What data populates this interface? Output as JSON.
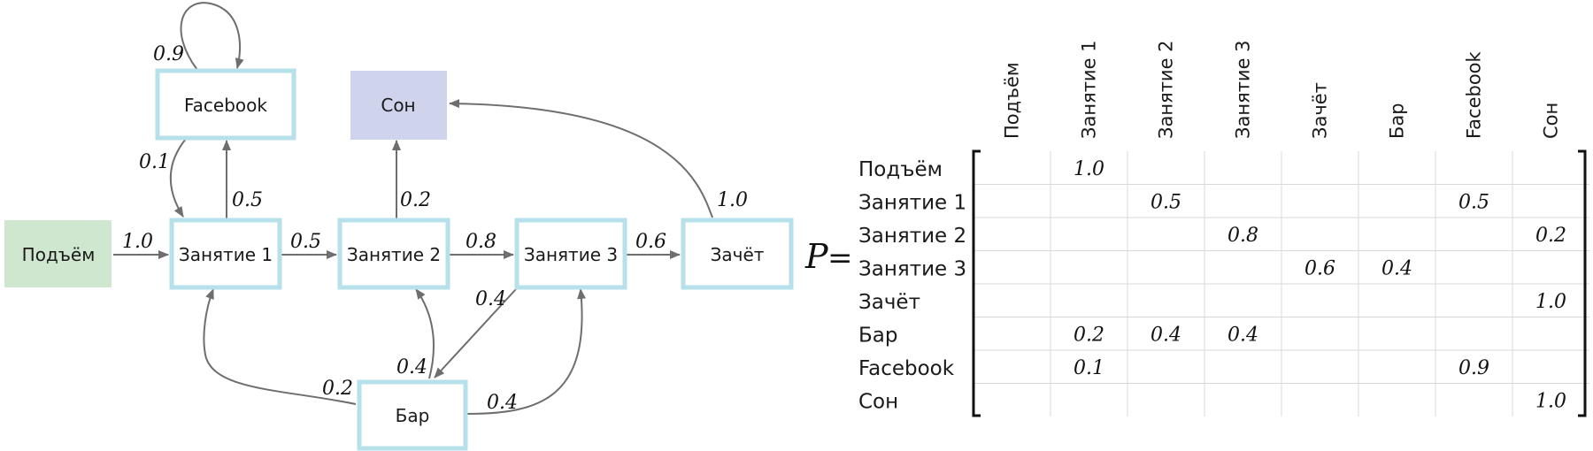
{
  "colors": {
    "state_border": "#b7e1ea",
    "start_fill": "#cfe6cf",
    "terminal_fill": "#cfd4ec",
    "edge": "#6e6e6e"
  },
  "diagram": {
    "states": {
      "podem": "Подъём",
      "z1": "Занятие 1",
      "z2": "Занятие 2",
      "z3": "Занятие 3",
      "zachet": "Зачёт",
      "bar": "Бар",
      "facebook": "Facebook",
      "son": "Сон"
    },
    "transitions": [
      {
        "from": "Facebook",
        "to": "Facebook",
        "p": "0.9"
      },
      {
        "from": "Facebook",
        "to": "Занятие 1",
        "p": "0.1"
      },
      {
        "from": "Занятие 1",
        "to": "Facebook",
        "p": "0.5"
      },
      {
        "from": "Занятие 2",
        "to": "Сон",
        "p": "0.2"
      },
      {
        "from": "Зачёт",
        "to": "Сон",
        "p": "1.0"
      },
      {
        "from": "Подъём",
        "to": "Занятие 1",
        "p": "1.0"
      },
      {
        "from": "Занятие 1",
        "to": "Занятие 2",
        "p": "0.5"
      },
      {
        "from": "Занятие 2",
        "to": "Занятие 3",
        "p": "0.8"
      },
      {
        "from": "Занятие 3",
        "to": "Зачёт",
        "p": "0.6"
      },
      {
        "from": "Занятие 3",
        "to": "Бар",
        "p": "0.4"
      },
      {
        "from": "Бар",
        "to": "Занятие 2",
        "p": "0.4"
      },
      {
        "from": "Бар",
        "to": "Занятие 1",
        "p": "0.2"
      },
      {
        "from": "Бар",
        "to": "Занятие 3",
        "p": "0.4"
      }
    ]
  },
  "matrix": {
    "symbol": "P",
    "equals": "=",
    "columns": [
      "Подъём",
      "Занятие 1",
      "Занятие 2",
      "Занятие 3",
      "Зачёт",
      "Бар",
      "Facebook",
      "Сон"
    ],
    "rows": [
      "Подъём",
      "Занятие 1",
      "Занятие 2",
      "Занятие 3",
      "Зачёт",
      "Бар",
      "Facebook",
      "Сон"
    ],
    "values": [
      [
        "",
        "1.0",
        "",
        "",
        "",
        "",
        "",
        ""
      ],
      [
        "",
        "",
        "0.5",
        "",
        "",
        "",
        "0.5",
        ""
      ],
      [
        "",
        "",
        "",
        "0.8",
        "",
        "",
        "",
        "0.2"
      ],
      [
        "",
        "",
        "",
        "",
        "0.6",
        "0.4",
        "",
        ""
      ],
      [
        "",
        "",
        "",
        "",
        "",
        "",
        "",
        "1.0"
      ],
      [
        "",
        "0.2",
        "0.4",
        "0.4",
        "",
        "",
        "",
        ""
      ],
      [
        "",
        "0.1",
        "",
        "",
        "",
        "",
        "0.9",
        ""
      ],
      [
        "",
        "",
        "",
        "",
        "",
        "",
        "",
        "1.0"
      ]
    ]
  }
}
